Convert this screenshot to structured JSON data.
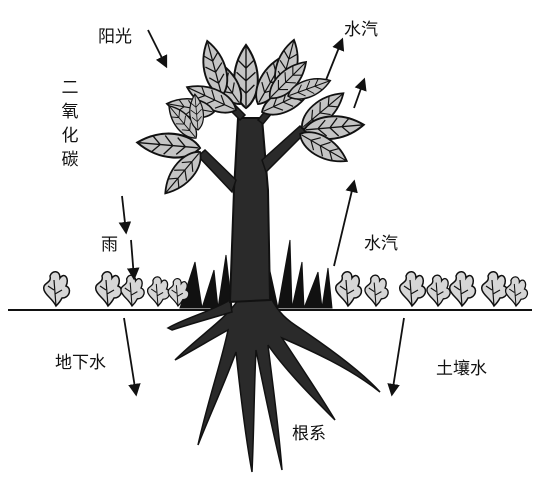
{
  "labels": {
    "sunlight": "阳光",
    "vapor_top": "水汽",
    "co2": "二氧化碳",
    "rain": "雨",
    "vapor_ground": "水汽",
    "groundwater": "地下水",
    "soil_water": "土壤水",
    "roots": "根系"
  },
  "colors": {
    "ink": "#111111",
    "leaf_fill": "#c4c4c4",
    "background": "#ffffff"
  }
}
